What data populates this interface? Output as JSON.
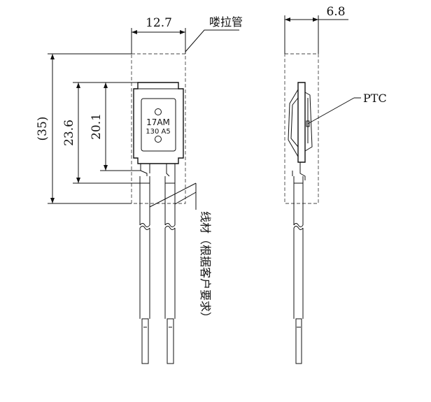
{
  "dimensions": {
    "width_front": "12.7",
    "width_side": "6.8",
    "height_total": "(35)",
    "height_body": "23.6",
    "height_inner": "20.1"
  },
  "labels": {
    "sleeve": "喽拉管",
    "ptc": "PTC",
    "wire_vertical": "线材（根据客户要求）"
  },
  "marking": {
    "line1": "17AM",
    "line2": "130 A5"
  }
}
